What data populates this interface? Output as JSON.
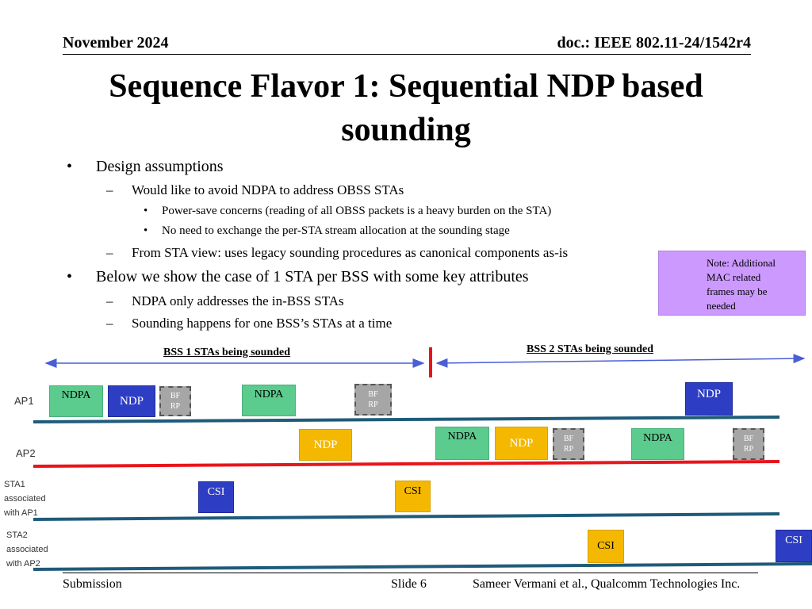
{
  "header": {
    "date": "November 2024",
    "doc": "doc.: IEEE 802.11-24/1542r4"
  },
  "title": "Sequence Flavor 1: Sequential NDP based sounding",
  "bullets": {
    "design_assumptions": "Design assumptions",
    "avoid_ndpa": "Would like to avoid NDPA to address OBSS STAs",
    "power_save": "Power-save concerns (reading of all OBSS packets is a heavy burden on the STA)",
    "no_need": "No need to exchange the per-STA stream allocation at the sounding stage",
    "sta_view": "From STA view: uses legacy sounding procedures as canonical components as-is",
    "below": "Below we show the case of 1 STA per BSS with some key attributes",
    "ndpa_only": "NDPA only addresses the in-BSS STAs",
    "sounding_one": "Sounding happens for one BSS’s STAs at a time"
  },
  "note": [
    "Note: Additional",
    "MAC related",
    "frames may be",
    "needed"
  ],
  "diagram": {
    "bss1_label": "BSS 1 STAs being sounded ",
    "bss2_label": "BSS 2 STAs being sounded ",
    "lanes": {
      "ap1": "AP1",
      "ap2": "AP2",
      "sta1": [
        "STA1",
        "associated",
        "with AP1"
      ],
      "sta2": [
        "STA2",
        "associated",
        "with AP2"
      ]
    },
    "frames": {
      "ndpa": "NDPA",
      "ndp": "NDP",
      "bf": "BF",
      "rp": "RP",
      "csi": "CSI"
    },
    "colors": {
      "ndpa": "#5ccb8e",
      "ndp_ap1": "#2e3ec4",
      "ndp_ap2": "#f5b800",
      "bfrp": "#a6a6a6",
      "divider": "#e8151b",
      "arrow": "#4a5fd6"
    }
  },
  "footer": {
    "left": "Submission",
    "center": "Slide 6",
    "right": "Sameer Vermani et al., Qualcomm Technologies Inc."
  }
}
